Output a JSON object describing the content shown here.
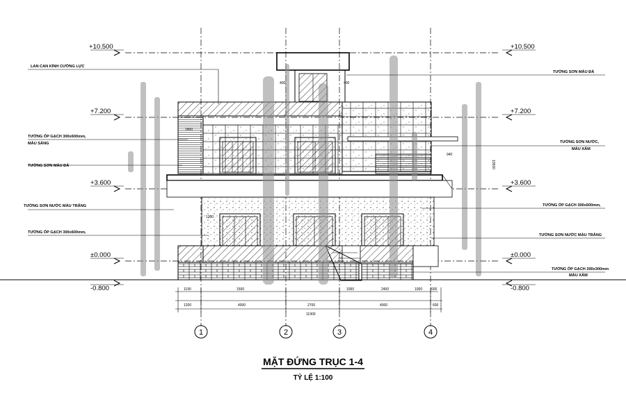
{
  "levels": {
    "l1050": "+10.500",
    "l720": "+7.200",
    "l360": "+3.600",
    "l000": "±0.000",
    "lm080": "-0.800"
  },
  "notes_left": {
    "n1": "LAN CAN KÍNH CƯỜNG LỰC",
    "n2a": "TƯỜNG ỐP GẠCH 300x600mm,",
    "n2b": "MÀU SÁNG",
    "n3": "TƯỜNG SƠN MÀU ĐÁ",
    "n4": "TƯỜNG SƠN NƯỚC MÀU TRẮNG",
    "n5": "TƯỜNG ỐP GẠCH 300x600mm,"
  },
  "notes_right": {
    "r1": "TƯỜNG SƠN MÀU ĐÁ",
    "r2a": "TƯỜNG SƠN NƯỚC,",
    "r2b": "MÀU XÁM",
    "r3": "TƯỜNG ỐP GẠCH 300x600mm,",
    "r4": "TƯỜNG SƠN NƯỚC MÀU TRẮNG",
    "r5a": "TƯỜNG ỐP GẠCH 200x300mm",
    "r5b": "MÀU XÁM"
  },
  "dims": {
    "row1": [
      "1190",
      "1500",
      "1060",
      "2400",
      "1000",
      "600"
    ],
    "row2": [
      "1200",
      "4000",
      "2700",
      "4000",
      "600"
    ],
    "total": "11900",
    "small": [
      "400",
      "400",
      "1800",
      "940",
      "1200",
      "10500"
    ]
  },
  "axes": [
    "1",
    "2",
    "3",
    "4"
  ],
  "title": "MẶT ĐỨNG TRỤC 1-4",
  "scale": "TỶ LỆ 1:100"
}
